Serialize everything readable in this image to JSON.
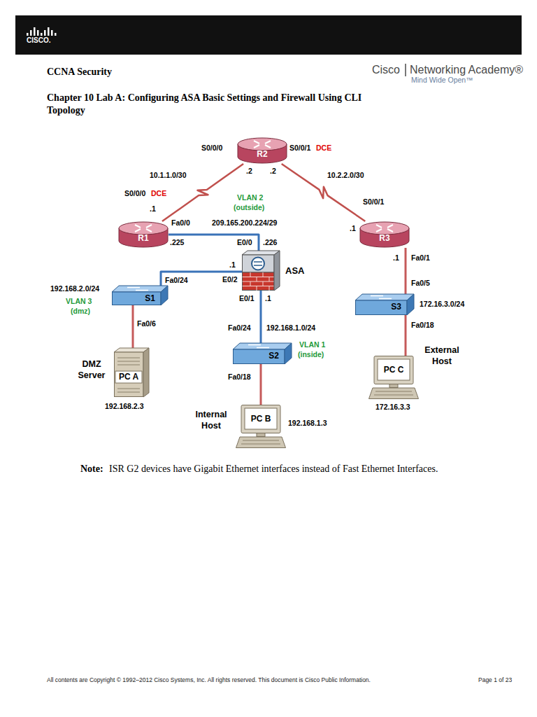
{
  "diagram": {
    "title": "Chapter 10 Lab A: Configuring ASA Basic Settings and Firewall Using CLI",
    "nodes": [
      {
        "text": [
          "R2"
        ]
      },
      {
        "text": [
          "R1"
        ]
      },
      {
        "text": [
          "R3"
        ]
      },
      {
        "text": [
          "ASA"
        ]
      },
      {
        "text": [
          "S1"
        ]
      },
      {
        "text": [
          "S3"
        ]
      },
      {
        "text": [
          "S2"
        ]
      },
      {
        "text": [
          "PC A"
        ]
      },
      {
        "text": [
          "PC C"
        ]
      },
      {
        "text": [
          "PC B"
        ]
      }
    ],
    "edges": [
      {
        "from": 1,
        "to": 0,
        "arrow": "none",
        "label": "10.1.1.0/30"
      },
      {
        "from": 0,
        "to": 2,
        "arrow": "none",
        "label": "10.2.2.0/30"
      },
      {
        "from": 1,
        "to": 3,
        "arrow": "none"
      },
      {
        "from": 3,
        "to": 4,
        "arrow": "none"
      },
      {
        "from": 3,
        "to": 6,
        "arrow": "none"
      },
      {
        "from": 4,
        "to": 7,
        "arrow": "none"
      },
      {
        "from": 6,
        "to": 9,
        "arrow": "none"
      },
      {
        "from": 2,
        "to": 5,
        "arrow": "none"
      },
      {
        "from": 5,
        "to": 8,
        "arrow": "none"
      }
    ],
    "labels": [
      "CISCO.",
      "CCNA Security",
      "Cisco",
      "Networking Academy®",
      "Mind Wide Open™",
      "Topology",
      "S0/0/0",
      "S0/0/1",
      "DCE",
      ".2",
      ".2",
      "S0/0/0",
      "DCE",
      ".1",
      "VLAN 2",
      "(outside)",
      "Fa0/0",
      "209.165.200.224/29",
      ".225",
      "E0/0",
      ".226",
      "S0/0/1",
      ".1",
      ".1",
      "E0/2",
      "Fa0/24",
      "192.168.2.0/24",
      "VLAN 3",
      "(dmz)",
      "E0/1",
      ".1",
      "Fa0/1",
      ".1",
      "Fa0/5",
      "172.16.3.0/24",
      "Fa0/24",
      "192.168.1.0/24",
      "VLAN 1",
      "(inside)",
      "Fa0/6",
      "Fa0/18",
      "External Host",
      "DMZ Server",
      "Fa0/18",
      "192.168.2.3",
      "172.16.3.3",
      "Internal Host",
      "192.168.1.3",
      "Note:",
      "ISR G2 devices have Gigabit Ethernet interfaces instead of Fast Ethernet Interfaces.",
      "All contents are Copyright © 1992–2012 Cisco Systems, Inc. All rights reserved. This document is Cisco Public Information.",
      "Page 1 of 23"
    ]
  }
}
